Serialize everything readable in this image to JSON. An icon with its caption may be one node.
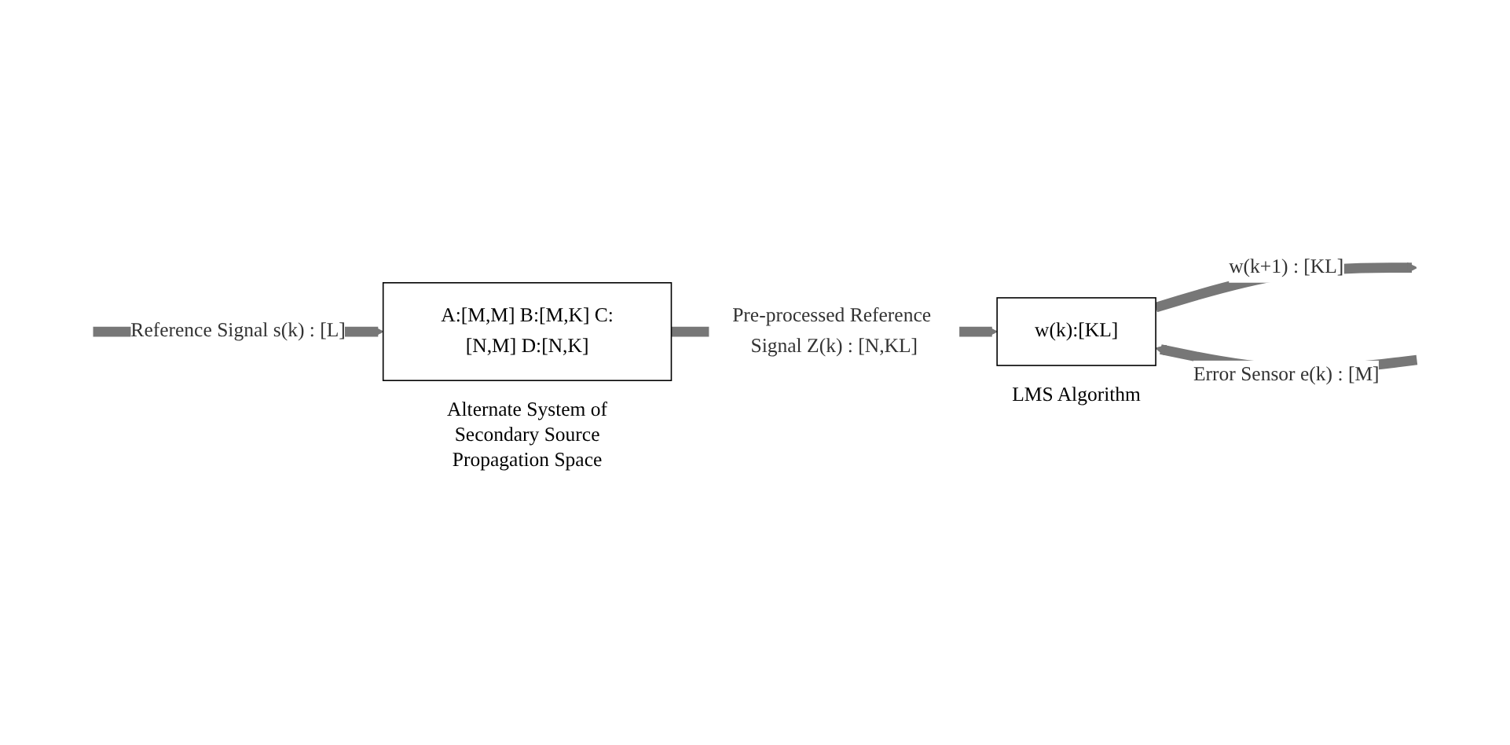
{
  "diagram": {
    "nodes": [
      {
        "text": [
          "A:[M,M] B:[M,K] C:[N,M] D:[N,K]"
        ],
        "beside": [
          "Alternate System of Secondary Source Propagation Space"
        ]
      },
      {
        "text": [
          "w(k):[KL]"
        ],
        "beside": [
          "LMS Algorithm"
        ]
      }
    ],
    "edges": [
      {
        "from": null,
        "to": 0,
        "arrow": "to",
        "label": "Reference Signal s(k) : [L]"
      },
      {
        "from": 0,
        "to": 1,
        "arrow": "to",
        "label": "Pre-processed Reference Signal Z(k) : [N,KL]"
      },
      {
        "from": null,
        "to": 1,
        "arrow": "to",
        "label": "Error Sensor e(k) : [M]"
      },
      {
        "from": 1,
        "to": null,
        "arrow": "to",
        "label": "w(k+1) : [KL]"
      }
    ]
  }
}
